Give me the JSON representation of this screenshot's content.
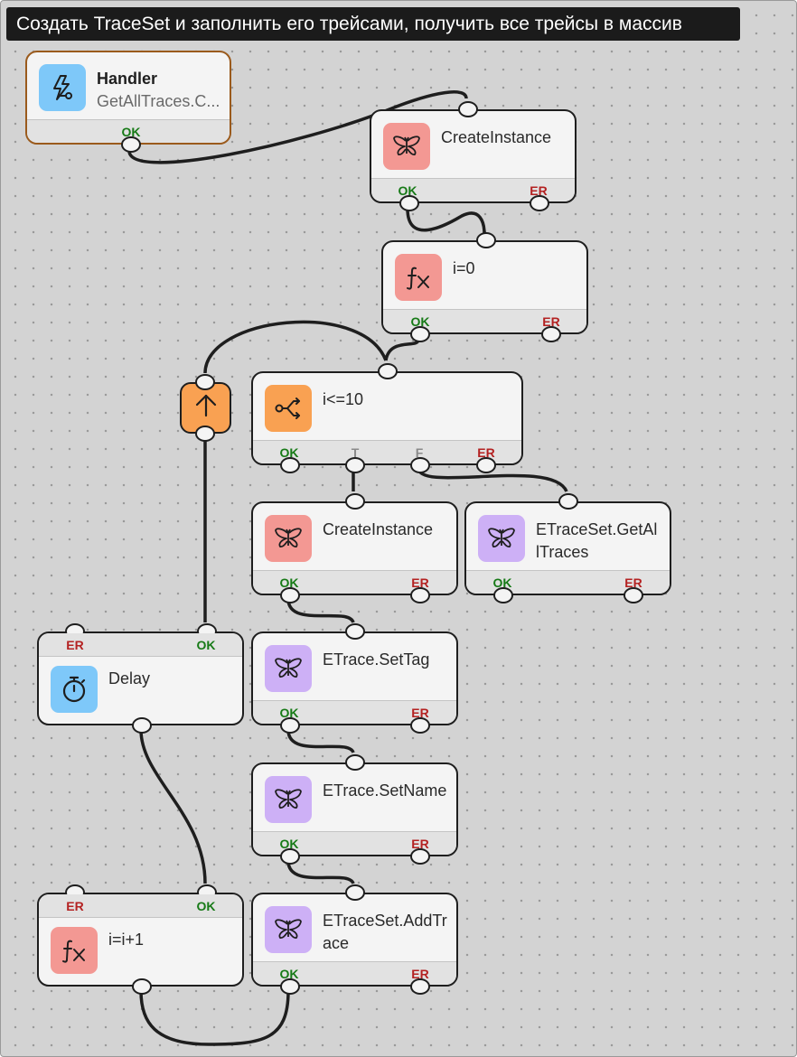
{
  "title": "Создать TraceSet и заполнить его трейсами, получить все трейсы в массив",
  "nodes": {
    "handler": {
      "title": "Handler",
      "subtitle": "GetAllTraces.C...",
      "icon": "lightning-icon",
      "ok": "OK"
    },
    "create_instance_1": {
      "label": "CreateInstance",
      "icon": "butterfly-icon",
      "ok": "OK",
      "er": "ER"
    },
    "assign_i0": {
      "label": "i=0",
      "icon": "function-fx-icon",
      "ok": "OK",
      "er": "ER"
    },
    "condition": {
      "label": "i<=10",
      "icon": "branch-icon",
      "ok": "OK",
      "t": "T",
      "f": "F",
      "er": "ER"
    },
    "loop_back": {
      "icon": "arrow-up-icon"
    },
    "create_instance_2": {
      "label": "CreateInstance",
      "icon": "butterfly-icon",
      "ok": "OK",
      "er": "ER"
    },
    "get_all_traces": {
      "label": "ETraceSet.GetAllTraces",
      "icon": "butterfly-icon",
      "ok": "OK",
      "er": "ER"
    },
    "delay": {
      "label": "Delay",
      "icon": "stopwatch-icon",
      "ok": "OK",
      "er": "ER"
    },
    "set_tag": {
      "label": "ETrace.SetTag",
      "icon": "butterfly-icon",
      "ok": "OK",
      "er": "ER"
    },
    "set_name": {
      "label": "ETrace.SetName",
      "icon": "butterfly-icon",
      "ok": "OK",
      "er": "ER"
    },
    "increment": {
      "label": "i=i+1",
      "icon": "function-fx-icon",
      "ok": "OK",
      "er": "ER"
    },
    "add_trace": {
      "label": "ETraceSet.AddTrace",
      "icon": "butterfly-icon",
      "ok": "OK",
      "er": "ER"
    }
  },
  "colors": {
    "ok": "#177a17",
    "er": "#b42222",
    "red_icon": "#f39893",
    "purple_icon": "#cdb0f6",
    "blue_icon": "#7ec8f9",
    "orange_icon": "#f9a152",
    "handler_border": "#9a5a1c"
  }
}
